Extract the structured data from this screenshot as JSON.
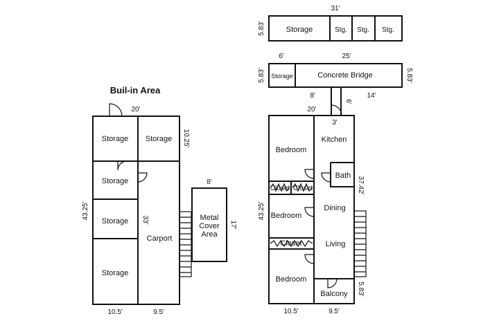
{
  "title": "Buil-in Area",
  "left_plan": {
    "rooms": {
      "storage_1": "Storage",
      "storage_2": "Storage",
      "storage_3": "Storage",
      "storage_4": "Storage",
      "storage_5": "Storage",
      "carport": "Carport",
      "metal_cover": [
        "Metal",
        "Cover",
        "Area"
      ]
    },
    "dimensions": {
      "top_width": "20'",
      "right_upper": "10.25'",
      "left_height": "43.25'",
      "carport_height": "33'",
      "bottom_left": "10.5'",
      "bottom_right": "9.5'",
      "metal_width": "8'",
      "metal_height": "17'"
    }
  },
  "right_plan": {
    "top_storage": {
      "width": "31'",
      "height": "5.83'",
      "labels": [
        "Storage",
        "Stg.",
        "Stg.",
        "Stg."
      ]
    },
    "bridge": {
      "storage_width": "6'",
      "bridge_width": "25'",
      "left_height": "5.83'",
      "right_height": "5.83'",
      "storage_label": "Storage",
      "bridge_label": "Concrete Bridge",
      "connector_width": "8'",
      "connector_height": "6'",
      "right_span": "14'"
    },
    "rooms": {
      "bedroom_1": "Bedroom",
      "kitchen": "Kitchen",
      "bath": "Bath",
      "closet_1": "Closet",
      "closet_2": "Closet",
      "bedroom_2": "Bedroom",
      "dining": "Dining",
      "closet_3": "Closet",
      "living": "Living",
      "bedroom_3": "Bedroom",
      "balcony": "Balcony"
    },
    "dimensions": {
      "top_width": "20'",
      "door_gap": "3'",
      "bath_side": "37.42'",
      "left_height": "43.25'",
      "balcony_side": "5.83'",
      "bottom_left": "10.5'",
      "bottom_right": "9.5'"
    }
  }
}
